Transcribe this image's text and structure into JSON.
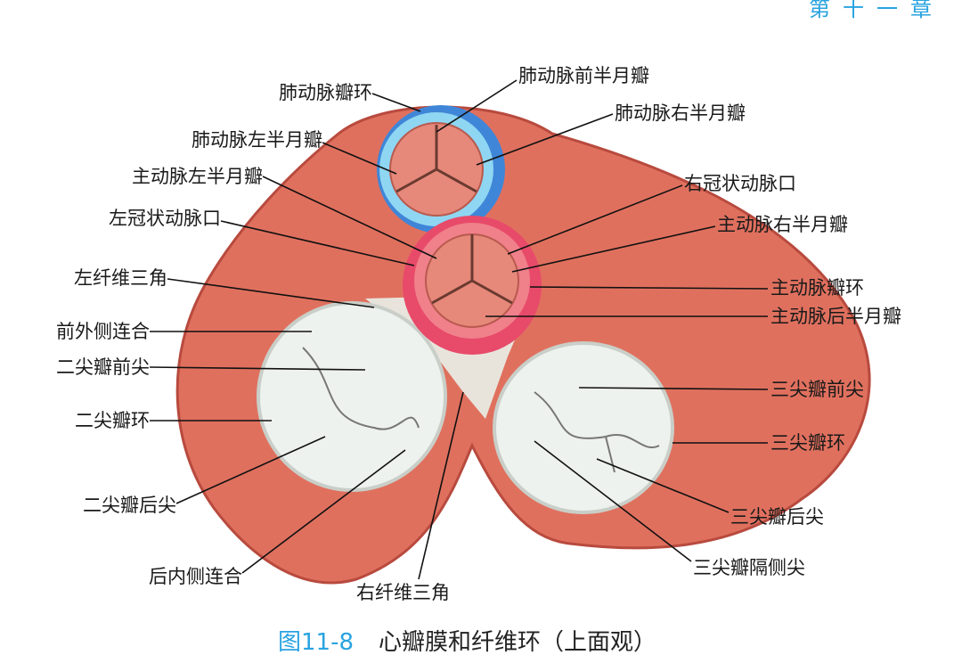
{
  "header": {
    "chapter": "第十一章"
  },
  "caption": {
    "figure_number": "图11-8",
    "title": "心瓣膜和纤维环（上面观）"
  },
  "colors": {
    "myocardium": "#e0705e",
    "pulmonary_ring": "#7fd0f0",
    "aortic_ring": "#e84a6a",
    "valve": "#eef2ee",
    "accent": "#29a3e0"
  },
  "labels": {
    "pulm_ring": "肺动脉瓣环",
    "pulm_ant": "肺动脉前半月瓣",
    "pulm_right": "肺动脉右半月瓣",
    "pulm_left": "肺动脉左半月瓣",
    "aor_left": "主动脉左半月瓣",
    "rca_ostium": "右冠状动脉口",
    "lca_ostium": "左冠状动脉口",
    "aor_right": "主动脉右半月瓣",
    "left_trigone": "左纤维三角",
    "aor_ring": "主动脉瓣环",
    "aor_post": "主动脉后半月瓣",
    "ant_lat_comm": "前外侧连合",
    "mitral_ant": "二尖瓣前尖",
    "tri_ant": "三尖瓣前尖",
    "mitral_ring": "二尖瓣环",
    "tri_ring": "三尖瓣环",
    "mitral_post": "二尖瓣后尖",
    "tri_post": "三尖瓣后尖",
    "post_med_comm": "后内侧连合",
    "tri_sept": "三尖瓣隔侧尖",
    "right_trigone": "右纤维三角"
  }
}
